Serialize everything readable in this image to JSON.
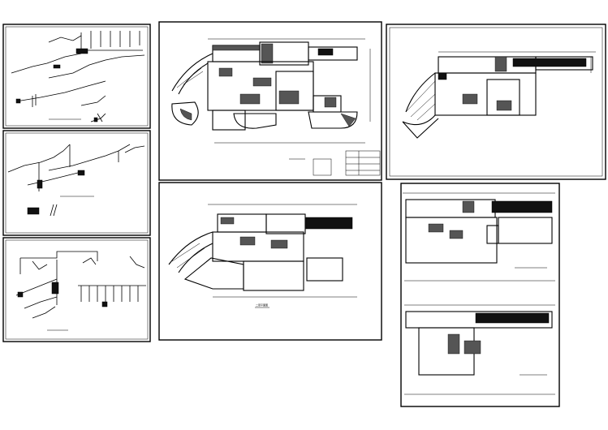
{
  "drawing": {
    "sheets": [
      {
        "name": "sheet-riser-diagram-1",
        "kind": "pipe-riser-diagram"
      },
      {
        "name": "sheet-riser-diagram-2",
        "kind": "pipe-riser-diagram"
      },
      {
        "name": "sheet-riser-diagram-3",
        "kind": "pipe-riser-diagram"
      },
      {
        "name": "sheet-first-floor-plan",
        "kind": "floor-plan"
      },
      {
        "name": "sheet-upper-floor-plan",
        "kind": "floor-plan"
      },
      {
        "name": "sheet-second-floor-plan",
        "kind": "floor-plan"
      },
      {
        "name": "sheet-partial-floor-plans",
        "kind": "floor-plan"
      }
    ],
    "labels": {
      "second_floor_plan": "二层平面图"
    },
    "line_color": "#000000",
    "paper_color": "#ffffff"
  }
}
